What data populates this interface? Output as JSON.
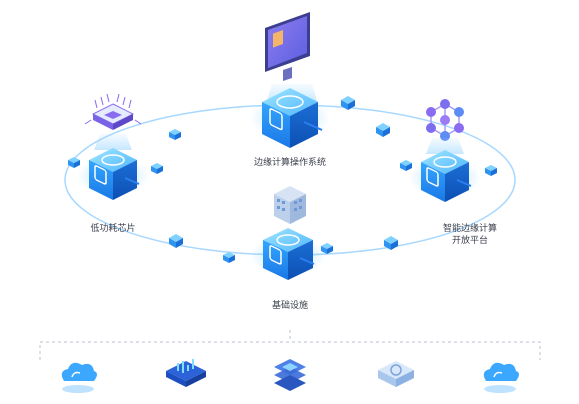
{
  "nodes": {
    "os": {
      "label": "边缘计算操作系统"
    },
    "chip": {
      "label": "低功耗芯片"
    },
    "infra": {
      "label": "基础设施"
    },
    "platform": {
      "line1": "智能边缘计算",
      "line2": "开放平台"
    }
  },
  "bottom_icons": [
    "cloud-icon",
    "dashboard-icon",
    "layers-icon",
    "chip-stack-icon",
    "cloud-icon"
  ],
  "colors": {
    "accent": "#1c8bf2",
    "accent_light": "#5ec8ff",
    "ring": "#a8d8ff",
    "chip_purple": "#8a6cf0"
  }
}
